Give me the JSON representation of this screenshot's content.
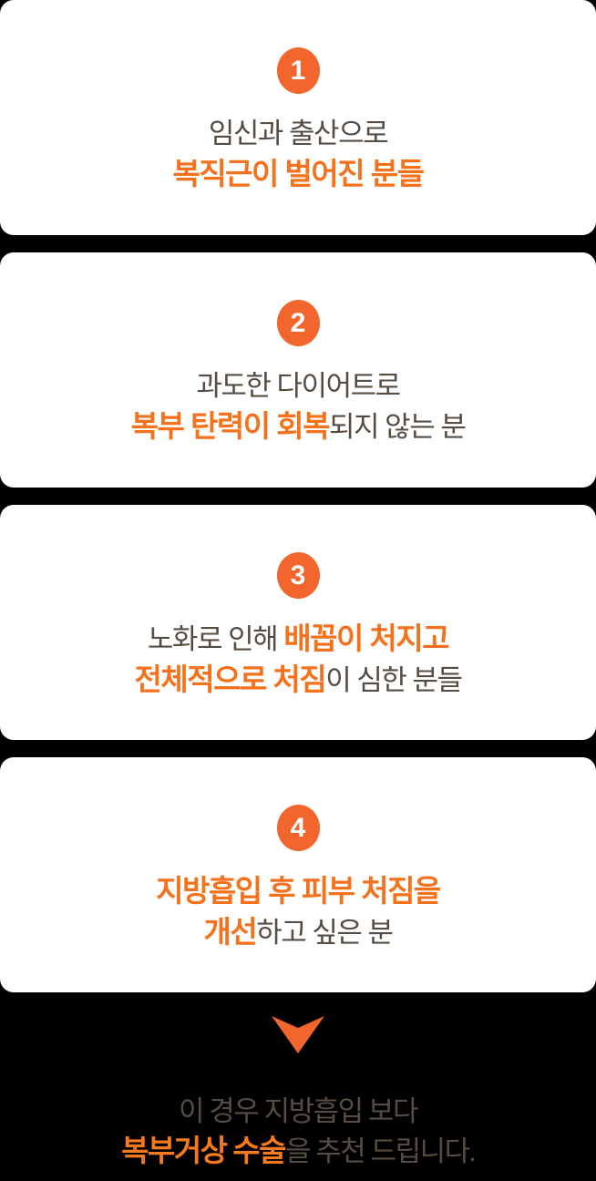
{
  "colors": {
    "background": "#000000",
    "card_background": "#ffffff",
    "badge_orange": "#F2652C",
    "highlight_orange": "#F5711C",
    "body_brown": "#574C42",
    "footer_tan": "#8C7360",
    "footer_orange": "#F5791D"
  },
  "cards": [
    {
      "number": "1",
      "lines": [
        [
          {
            "text": "임신과 출산으로",
            "em": false
          }
        ],
        [
          {
            "text": "복직근이 벌어진 분들",
            "em": true
          }
        ]
      ]
    },
    {
      "number": "2",
      "lines": [
        [
          {
            "text": "과도한 다이어트로",
            "em": false
          }
        ],
        [
          {
            "text": "복부 탄력이 회복",
            "em": true
          },
          {
            "text": "되지 않는 분",
            "em": false
          }
        ]
      ]
    },
    {
      "number": "3",
      "lines": [
        [
          {
            "text": "노화로 인해 ",
            "em": false
          },
          {
            "text": "배꼽이 처지고",
            "em": true
          }
        ],
        [
          {
            "text": "전체적으로 처짐",
            "em": true
          },
          {
            "text": "이 심한 분들",
            "em": false
          }
        ]
      ]
    },
    {
      "number": "4",
      "lines": [
        [
          {
            "text": "지방흡입 후 피부 처짐을",
            "em": true
          }
        ],
        [
          {
            "text": "개선",
            "em": true
          },
          {
            "text": "하고 싶은 분",
            "em": false
          }
        ]
      ]
    }
  ],
  "footer": {
    "arrow": "down-arrow",
    "lines": [
      [
        {
          "text": "이 경우 지방흡입 보다",
          "em": false
        }
      ],
      [
        {
          "text": "복부거상 수술",
          "em": true
        },
        {
          "text": "을 추천 드립니다.",
          "em": false
        }
      ]
    ]
  }
}
